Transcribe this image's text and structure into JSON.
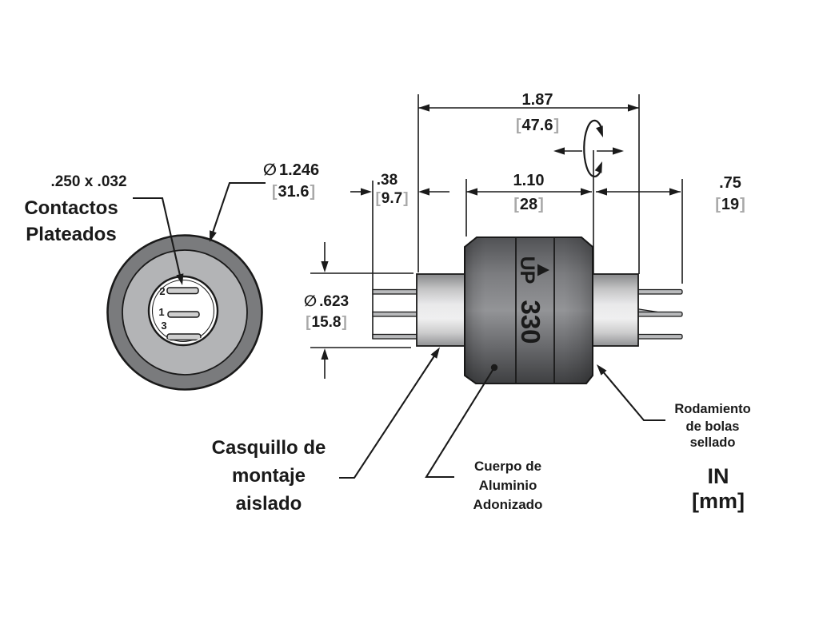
{
  "front_view": {
    "contact_size": ".250 x .032",
    "contacts_label": [
      "Contactos",
      "Plateados"
    ],
    "outer_diameter": {
      "symbol": "∅",
      "inches": "1.246",
      "mm": "31.6"
    },
    "pins": [
      "2",
      "1",
      "3"
    ]
  },
  "side_view": {
    "marking_up": "UP",
    "marking_model": "330",
    "dims": {
      "overall": {
        "inches": "1.87",
        "mm": "47.6"
      },
      "mount": {
        "inches": ".38",
        "mm": "9.7"
      },
      "body": {
        "inches": "1.10",
        "mm": "28"
      },
      "tail": {
        "inches": ".75",
        "mm": "19"
      },
      "hub_diameter": {
        "symbol": "∅",
        "inches": ".623",
        "mm": "15.8"
      }
    }
  },
  "callouts": {
    "mounting": [
      "Casquillo de",
      "montaje",
      "aislado"
    ],
    "material": [
      "Cuerpo de",
      "Aluminio",
      "Adonizado"
    ],
    "bearing": [
      "Rodamiento",
      "de bolas",
      "sellado"
    ],
    "units": [
      "IN",
      "[mm]"
    ]
  },
  "brackets": {
    "open": "[",
    "close": "]"
  },
  "colors": {
    "ink": "#1a1a1a",
    "bracket_gray": "#a9a9a9",
    "ring": "#7a7b7d",
    "face": "#b3b4b6",
    "hub_highlight": "#efeff0",
    "body_mid": "#939497"
  }
}
